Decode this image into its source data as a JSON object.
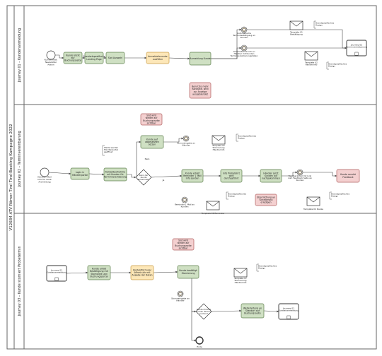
{
  "pool_title": "V12684 ATV Römer Tirol Tirol-Booking Kampagne 2022",
  "lanes": [
    {
      "id": "j1",
      "label": "Journey 01 – Kundenanmeldung"
    },
    {
      "id": "j2",
      "label": "Journey 02 – Terminvereinbarung"
    },
    {
      "id": "j3",
      "label": "Journey 03 – Kunde storniert Probetermin"
    }
  ],
  "colors": {
    "task_green": "#cfe0c3",
    "task_green_border": "#5f7f4f",
    "task_yellow": "#fde7b8",
    "task_yellow_border": "#c79b45",
    "task_red": "#f4d0d0",
    "task_red_border": "#b06060",
    "line": "#444444"
  },
  "nodes": [
    {
      "id": "j1-start",
      "kind": "start",
      "label": "Kundenmail: Newsletter Aktion",
      "lane": "j1"
    },
    {
      "id": "j1-t1",
      "kind": "task",
      "color": "green",
      "label": "Kunde klickt auf Buchungsseite",
      "lane": "j1"
    },
    {
      "id": "j1-t2",
      "kind": "task",
      "color": "green",
      "label": "Standortspezifische Landing Page",
      "lane": "j1"
    },
    {
      "id": "j1-t3",
      "kind": "task",
      "color": "green",
      "label": "Slot Auswahl",
      "lane": "j1"
    },
    {
      "id": "j1-t4",
      "kind": "task",
      "color": "yellow",
      "label": "Anmeldeformular ausfüllen",
      "lane": "j1"
    },
    {
      "id": "j1-t5",
      "kind": "task",
      "color": "green",
      "label": "Anmeldung Kunde",
      "lane": "j1"
    },
    {
      "id": "j1-r1",
      "kind": "task",
      "color": "red",
      "label": "Benutzte mehr Kontakte, wird zur Anzeige ausgeblendet",
      "lane": "j1"
    },
    {
      "id": "j1-ev1",
      "kind": "intermediate",
      "label": "Automatische Terminbestätigung an Kunden",
      "lane": "j1"
    },
    {
      "id": "j1-ev2",
      "kind": "intermediate",
      "label": "Automatische Info an Händler mit Kunden Terminvereinbarungsdaten",
      "lane": "j1"
    },
    {
      "id": "j1-m1",
      "kind": "message",
      "label": "Template 01 Bestätigung",
      "lane": "j1"
    },
    {
      "id": "j1-n1",
      "kind": "note",
      "label": "Brandspezifisches Design",
      "lane": "j1"
    },
    {
      "id": "j1-m2",
      "kind": "message",
      "label": "Template 02 Händlerinfo",
      "lane": "j1"
    },
    {
      "id": "j1-n2",
      "kind": "note",
      "label": "Brandspezifisches Design",
      "lane": "j1"
    },
    {
      "id": "j1-end",
      "kind": "subprocess",
      "label": "Journey 02 Terminvereinbarung",
      "lane": "j1"
    },
    {
      "id": "j2-start",
      "kind": "start",
      "label": "Händler: Mail Info für neue Anmeldung",
      "lane": "j2"
    },
    {
      "id": "j2-t1",
      "kind": "task",
      "color": "green",
      "label": "Login in Händlerportal",
      "lane": "j2"
    },
    {
      "id": "j2-t2",
      "kind": "task",
      "color": "green",
      "label": "Kontaktaufnahme mit Kunden für Terminvereinbarung",
      "lane": "j2"
    },
    {
      "id": "j2-n0",
      "kind": "note",
      "label": "Werte werden Händlerportal geöffnet",
      "lane": "j2"
    },
    {
      "id": "j2-gw",
      "kind": "gateway",
      "label": "Kann der Kunde teilnehmen?",
      "lane": "j2"
    },
    {
      "id": "j2-gw-no",
      "kind": "text",
      "label": "Nein",
      "lane": "j2"
    },
    {
      "id": "j2-gw-yes",
      "kind": "text",
      "label": "Ja",
      "lane": "j2"
    },
    {
      "id": "j2-r0",
      "kind": "task",
      "color": "red",
      "label": "Slot wird wieder auf Buchungsseite sichtbar",
      "lane": "j2"
    },
    {
      "id": "j2-t3",
      "kind": "task",
      "color": "green",
      "label": "Kunde auf abgesetzten setzen",
      "lane": "j2"
    },
    {
      "id": "j2-ev0",
      "kind": "intermediate",
      "label": "Stornoeingabe an Händler",
      "lane": "j2"
    },
    {
      "id": "j2-m0",
      "kind": "message",
      "label": "Template 07 Stornierung Händlerinfo",
      "lane": "j2"
    },
    {
      "id": "j2-n1",
      "kind": "note",
      "label": "Brandspezifisches Design",
      "lane": "j2"
    },
    {
      "id": "j2-t4",
      "kind": "task",
      "color": "green",
      "label": "Kunde erhält Reminder 1 Mail Info senden",
      "lane": "j2"
    },
    {
      "id": "j2-ev1",
      "kind": "intermediate",
      "label": "Reminder 1 Mail an Kunden",
      "lane": "j2"
    },
    {
      "id": "j2-m1",
      "kind": "message",
      "label": "Template 03 Reminder",
      "lane": "j2"
    },
    {
      "id": "j2-n2",
      "kind": "note",
      "label": "Brandspezifisches Design",
      "lane": "j2"
    },
    {
      "id": "j2-t5",
      "kind": "task",
      "color": "green",
      "label": "Info Probefahrt wird durchgeführt",
      "lane": "j2"
    },
    {
      "id": "j2-r1",
      "kind": "task",
      "color": "red",
      "label": "Übermittlung an Scheibmoto erledigen",
      "lane": "j2"
    },
    {
      "id": "j2-t6",
      "kind": "task",
      "color": "green",
      "label": "Händler setzt Kunden auf nachgekommen",
      "lane": "j2"
    },
    {
      "id": "j2-ev2",
      "kind": "intermediate",
      "label": "Feedbackmail mit Link zum Feedback Seite an Kunden",
      "lane": "j2"
    },
    {
      "id": "j2-t7",
      "kind": "task",
      "color": "red",
      "label": "Kunde sendet Feedback",
      "lane": "j2"
    },
    {
      "id": "j2-m2",
      "kind": "message",
      "label": "Template 04 Danke",
      "lane": "j2"
    },
    {
      "id": "j2-n3",
      "kind": "note",
      "label": "Brandspezifisches Design",
      "lane": "j2"
    },
    {
      "id": "j3-start",
      "kind": "subprocess",
      "label": "Journey 01 Kundenanmeldung",
      "lane": "j3"
    },
    {
      "id": "j3-t1",
      "kind": "task",
      "color": "green",
      "label": "Kunde erhält Bestätigung mit Stornolink und Buchungsportal",
      "lane": "j3"
    },
    {
      "id": "j3-t2",
      "kind": "task",
      "color": "yellow",
      "label": "Kontaktformular öffnet sich mit Angabe der Daten",
      "lane": "j3"
    },
    {
      "id": "j3-r0",
      "kind": "task",
      "color": "red",
      "label": "Slot wird wieder auf Buchungsseite sichtbar",
      "lane": "j3"
    },
    {
      "id": "j3-t3",
      "kind": "task",
      "color": "green",
      "label": "Kunde bestätigt Stornierung",
      "lane": "j3"
    },
    {
      "id": "j3-ev1",
      "kind": "intermediate",
      "label": "Stornoeingabe an Händler",
      "lane": "j3"
    },
    {
      "id": "j3-m1",
      "kind": "message",
      "label": "Template 07 Stornierung Händlerinfo",
      "lane": "j3"
    },
    {
      "id": "j3-n1",
      "kind": "note",
      "label": "Brandspezifisches Design",
      "lane": "j3"
    },
    {
      "id": "j3-gw",
      "kind": "gateway",
      "label": "Kunde möchte neuen Termin buchen?",
      "lane": "j3"
    },
    {
      "id": "j3-t4",
      "kind": "task",
      "color": "green",
      "label": "Weiterleitung an Standort auf Buchungsseite",
      "lane": "j3"
    },
    {
      "id": "j3-end1",
      "kind": "subprocess",
      "label": "Journey 01 Kundenanmeldung",
      "lane": "j3"
    },
    {
      "id": "j3-end2",
      "kind": "end",
      "label": "Ende",
      "lane": "j3"
    }
  ],
  "edges": [
    [
      "j1-start",
      "j1-t1"
    ],
    [
      "j1-t1",
      "j1-t2"
    ],
    [
      "j1-t2",
      "j1-t3"
    ],
    [
      "j1-t3",
      "j1-t4"
    ],
    [
      "j1-t4",
      "j1-t5"
    ],
    [
      "j1-t5",
      "j1-ev1"
    ],
    [
      "j1-t5",
      "j1-ev2"
    ],
    [
      "j1-ev1",
      "j1-end"
    ],
    [
      "j1-ev2",
      "j1-end"
    ],
    [
      "j2-start",
      "j2-t1"
    ],
    [
      "j2-t1",
      "j2-t2"
    ],
    [
      "j2-t2",
      "j2-gw"
    ],
    [
      "j2-gw",
      "j2-t3"
    ],
    [
      "j2-gw",
      "j2-t4"
    ],
    [
      "j2-t3",
      "j2-ev0"
    ],
    [
      "j2-t4",
      "j2-t5"
    ],
    [
      "j2-t5",
      "j2-t6"
    ],
    [
      "j2-t6",
      "j2-ev2"
    ],
    [
      "j2-ev2",
      "j2-t7"
    ],
    [
      "j3-start",
      "j3-t1"
    ],
    [
      "j3-t1",
      "j3-t2"
    ],
    [
      "j3-t2",
      "j3-t3"
    ],
    [
      "j3-t3",
      "j3-gw"
    ],
    [
      "j3-gw",
      "j3-t4"
    ],
    [
      "j3-t4",
      "j3-end1"
    ],
    [
      "j3-gw",
      "j3-end2"
    ]
  ]
}
